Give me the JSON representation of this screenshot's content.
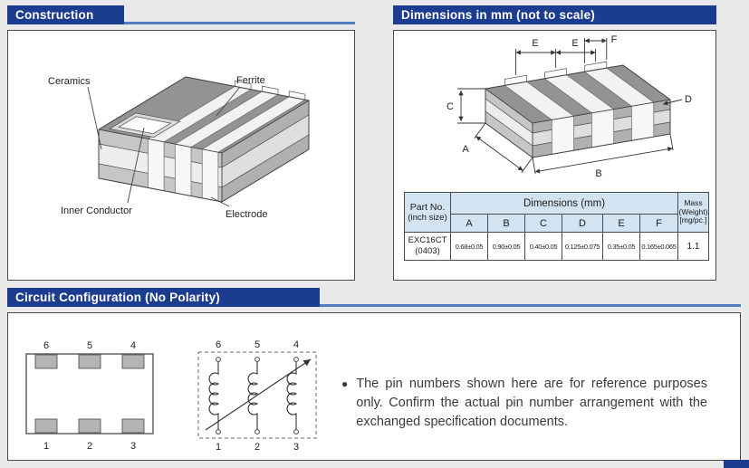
{
  "page": {
    "background": "#e9e9e9",
    "accent_dark": "#1c3d8f",
    "accent_light": "#4f7dbf",
    "table_header_fill": "#d2e4f2"
  },
  "headers": {
    "construction": "Construction",
    "dimensions": "Dimensions in mm (not to scale)",
    "circuit": "Circuit Configuration (No Polarity)"
  },
  "construction": {
    "labels": {
      "ceramics": "Ceramics",
      "ferrite": "Ferrite",
      "inner_conductor": "Inner Conductor",
      "electrode": "Electrode"
    }
  },
  "dimensions": {
    "diagram_labels": {
      "A": "A",
      "B": "B",
      "C": "C",
      "D": "D",
      "E1": "E",
      "E2": "E",
      "F": "F"
    },
    "table": {
      "part_no_line1": "Part No.",
      "part_no_line2": "(inch size)",
      "dims_header": "Dimensions (mm)",
      "mass_line1": "Mass",
      "mass_line2": "(Weight)",
      "mass_line3": "[mg/pc.]",
      "columns": [
        "A",
        "B",
        "C",
        "D",
        "E",
        "F"
      ],
      "row": {
        "part_line1": "EXC16CT",
        "part_line2": "(0403)",
        "values": [
          "0.68±0.05",
          "0.90±0.05",
          "0.40±0.05",
          "0.125±0.075",
          "0.35±0.05",
          "0.165±0.065"
        ],
        "mass": "1.1"
      }
    }
  },
  "circuit": {
    "land_top_pins": [
      "6",
      "5",
      "4"
    ],
    "land_bottom_pins": [
      "1",
      "2",
      "3"
    ],
    "sch_top_pins": [
      "6",
      "5",
      "4"
    ],
    "sch_bottom_pins": [
      "1",
      "2",
      "3"
    ],
    "note_bullet": "●",
    "note": "The pin numbers shown here are for reference purposes only. Confirm the actual pin number arrangement with the exchanged specification documents."
  }
}
